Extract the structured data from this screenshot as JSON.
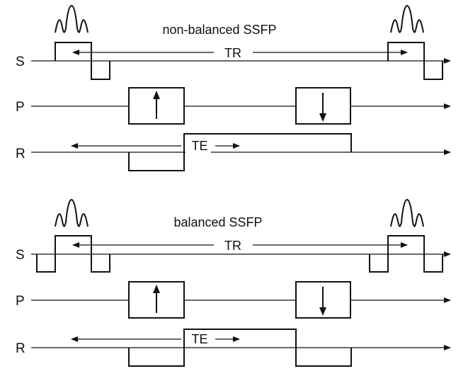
{
  "panels": [
    {
      "title": "non-balanced SSFP",
      "axes": {
        "slice": "S",
        "phase": "P",
        "readout": "R"
      },
      "repetition_label": "TR",
      "echo_label": "TE"
    },
    {
      "title": "balanced SSFP",
      "axes": {
        "slice": "S",
        "phase": "P",
        "readout": "R"
      },
      "repetition_label": "TR",
      "echo_label": "TE"
    }
  ],
  "icons": [
    "rf-sinc-pulse-icon",
    "arrow-up-icon",
    "arrow-down-icon"
  ]
}
